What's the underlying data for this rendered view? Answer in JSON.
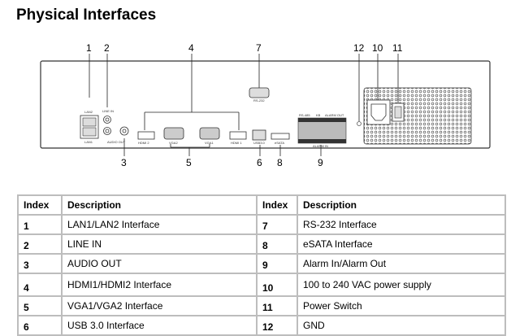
{
  "title": "Physical Interfaces",
  "diagram": {
    "callouts_top": [
      "1",
      "2",
      "4",
      "7",
      "12",
      "10",
      "11"
    ],
    "callouts_bottom": [
      "3",
      "5",
      "6",
      "8",
      "9"
    ],
    "port_labels": {
      "lan2": "LAN2",
      "lan1": "LAN1",
      "line_in": "LINE IN",
      "audio_out": "AUDIO OUT",
      "hdmi2": "HDMI 2",
      "vga2": "VGA2",
      "vga1": "VGA1",
      "hdmi1": "HDMI 1",
      "usb": "USB3.0",
      "esata": "eSATA",
      "rs232": "RS-232",
      "rs485": "RS-485",
      "kb": "KB",
      "alarm_out": "ALARM OUT",
      "alarm_in": "ALARM IN"
    }
  },
  "table": {
    "headers": [
      "Index",
      "Description",
      "Index",
      "Description"
    ],
    "rows": [
      [
        "1",
        "LAN1/LAN2 Interface",
        "7",
        "RS-232 Interface"
      ],
      [
        "2",
        "LINE IN",
        "8",
        "eSATA Interface"
      ],
      [
        "3",
        "AUDIO OUT",
        "9",
        "Alarm In/Alarm Out"
      ],
      [
        "4",
        "HDMI1/HDMI2 Interface",
        "10",
        "100 to 240 VAC power supply"
      ],
      [
        "5",
        "VGA1/VGA2 Interface",
        "11",
        "Power Switch"
      ],
      [
        "6",
        "USB 3.0 Interface",
        "12",
        "GND"
      ]
    ]
  }
}
